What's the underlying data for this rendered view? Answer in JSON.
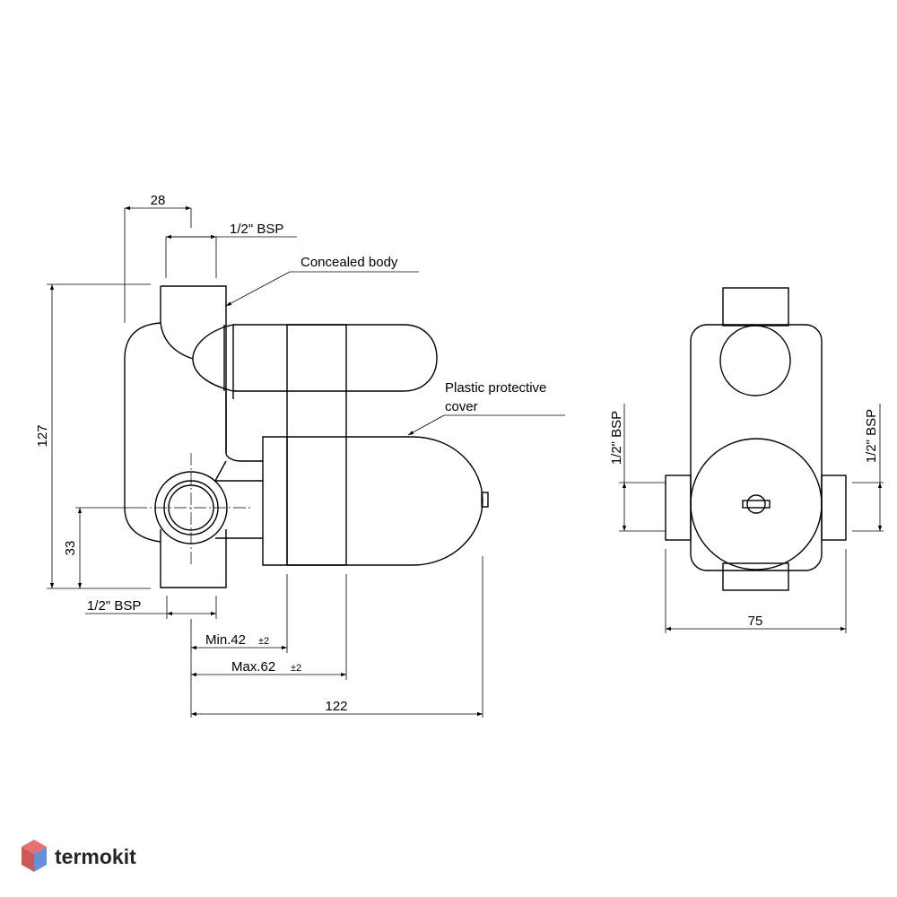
{
  "side_view": {
    "dim_width_top": "28",
    "dim_thread_top": "1/2\" BSP",
    "callout_body": "Concealed body",
    "callout_cover_line1": "Plastic protective",
    "callout_cover_line2": "cover",
    "dim_height": "127",
    "dim_inlet_height": "33",
    "dim_thread_bottom": "1/2\" BSP",
    "dim_min": "Min.42",
    "dim_min_tol": "±2",
    "dim_max": "Max.62",
    "dim_max_tol": "±2",
    "dim_depth": "122"
  },
  "front_view": {
    "dim_thread_left": "1/2\" BSP",
    "dim_thread_right": "1/2\" BSP",
    "dim_width": "75"
  },
  "watermark": {
    "text": "termokit",
    "colors": {
      "top": "#e05a5a",
      "left": "#c43b3b",
      "right": "#4a7fd4",
      "bottom": "#2f5fb0"
    }
  }
}
